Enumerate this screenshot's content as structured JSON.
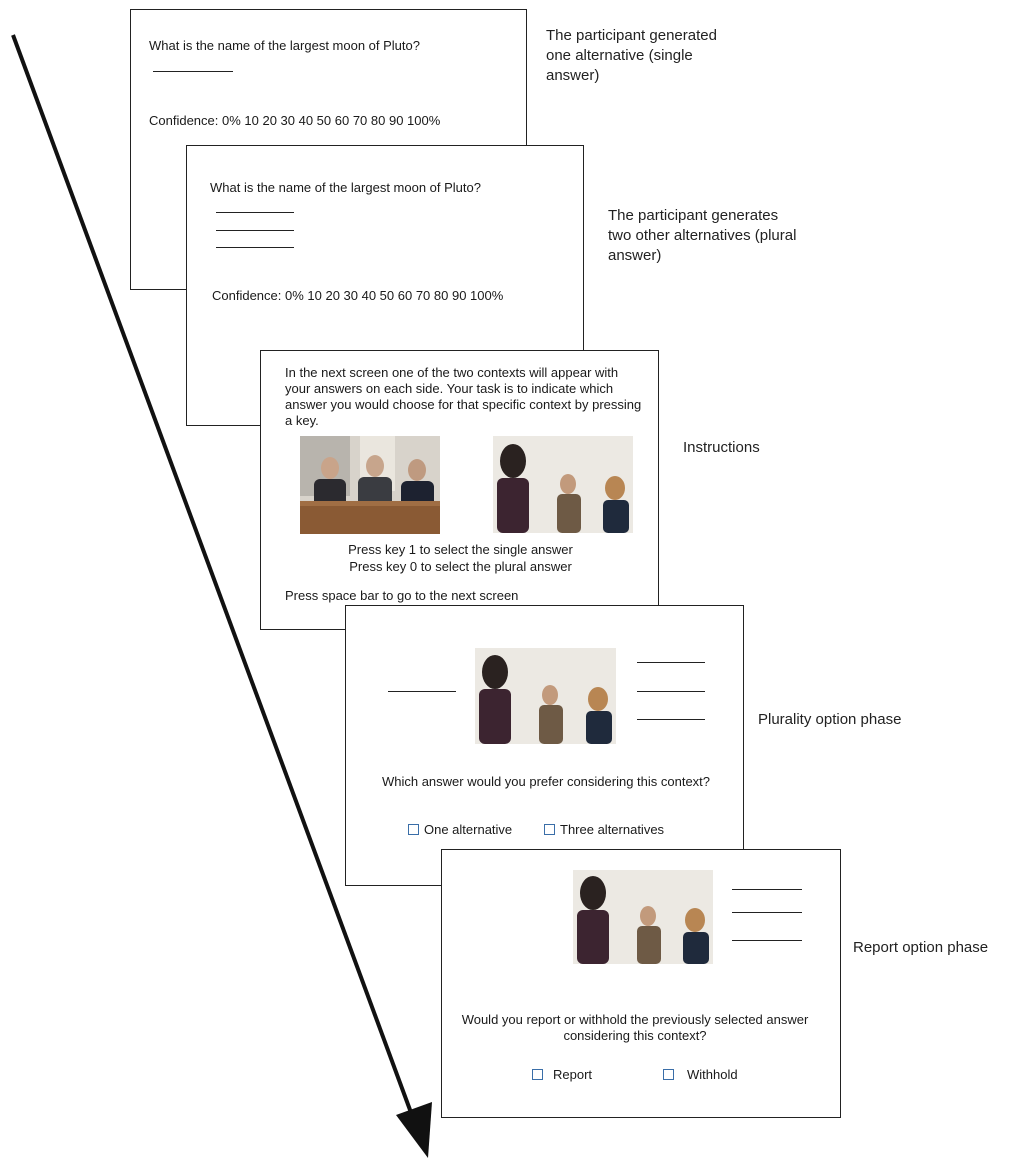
{
  "screen1": {
    "question": "What is the name of the largest moon of Pluto?",
    "confidence": "Confidence:  0% 10 20 30 40 50 60 70 80 90 100%"
  },
  "label1": "The participant generated one alternative (single answer)",
  "screen2": {
    "question": "What is the name of the largest moon of Pluto?",
    "confidence": "Confidence: 0% 10 20 30 40 50 60 70 80 90 100%"
  },
  "label2": "The participant generates two other alternatives (plural answer)",
  "screen3": {
    "instructions": "In the next screen one of the two contexts will appear with your answers on each side. Your task is to indicate which answer you would choose for that specific context by pressing a key.",
    "key1": "Press key 1  to select the single answer",
    "key0": "Press key 0 to select the plural answer",
    "space": "Press space bar to go to the next screen"
  },
  "label3": "Instructions",
  "screen4": {
    "question": "Which answer would you prefer considering this context?",
    "option1": "One alternative",
    "option2": "Three alternatives"
  },
  "label4": "Plurality option phase",
  "screen5": {
    "question": "Would you report or withhold the previously selected answer considering this context?",
    "option1": "Report",
    "option2": "Withhold"
  },
  "label5": "Report option phase",
  "colors": {
    "checkbox": "#3a6ea8",
    "border": "#222222",
    "table": "#8a5a34",
    "wall": "#ece9e3"
  },
  "icons": {
    "photo_formal": "formal-meeting-photo",
    "photo_informal": "informal-conversation-photo"
  }
}
